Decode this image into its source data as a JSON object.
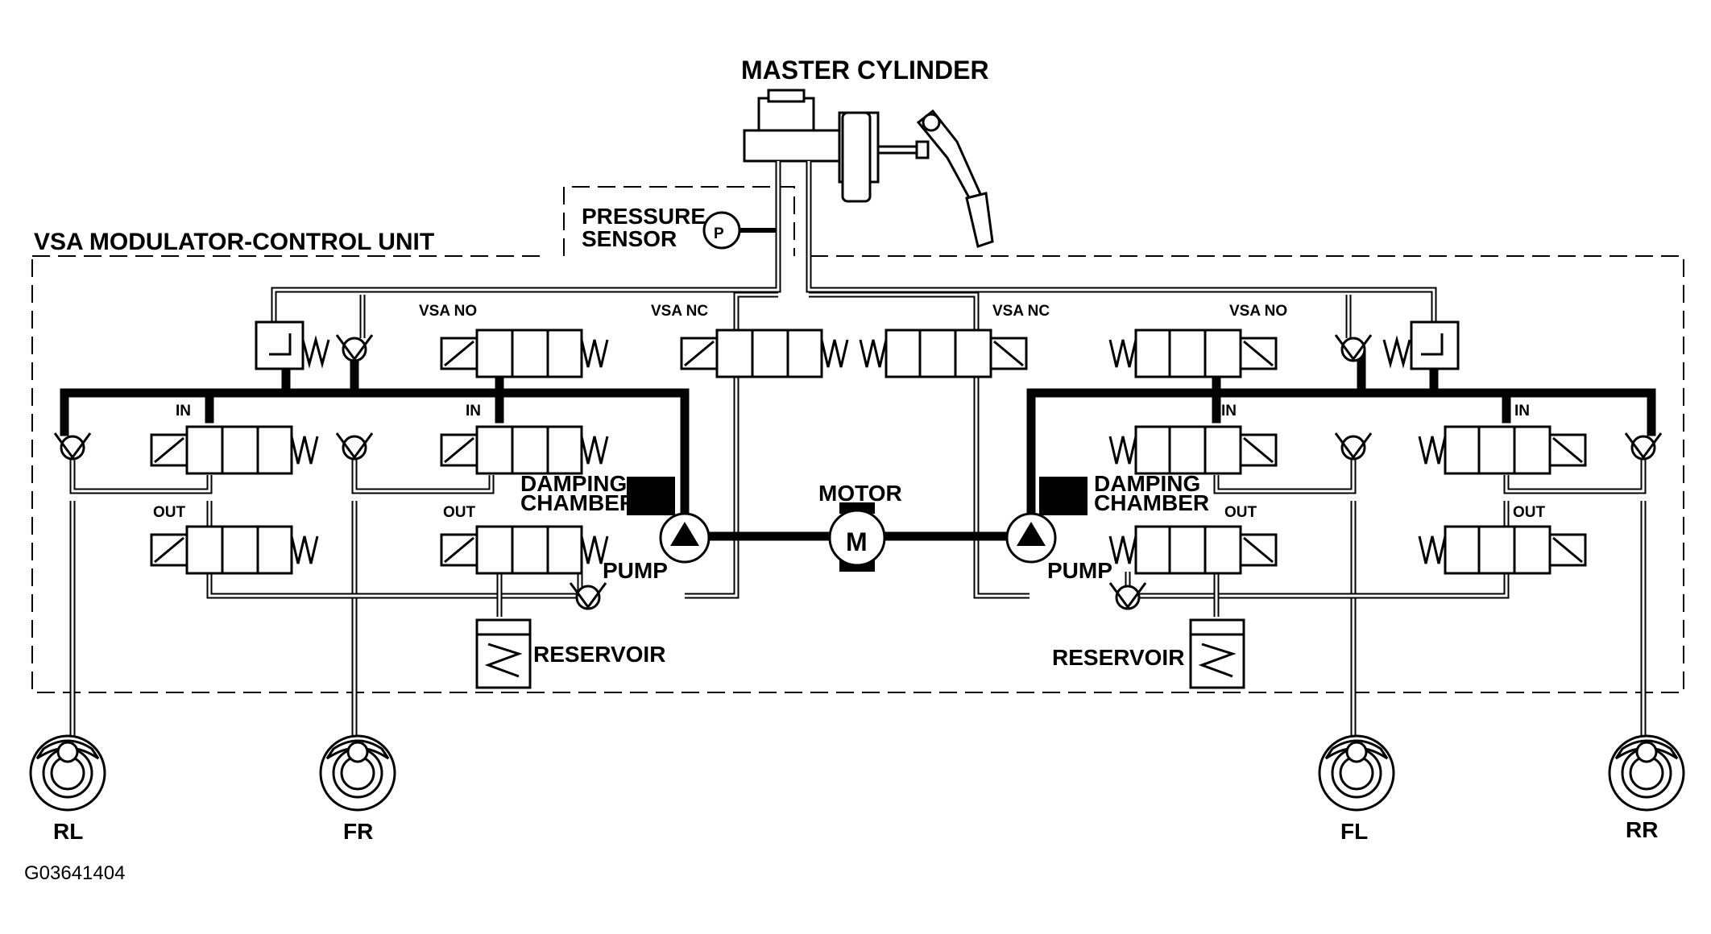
{
  "labels": {
    "master_cylinder": "MASTER CYLINDER",
    "pressure_sensor_line1": "PRESSURE",
    "pressure_sensor_line2": "SENSOR",
    "pressure_symbol": "P",
    "unit_title": "VSA MODULATOR-CONTROL UNIT",
    "vsa_no": "VSA NO",
    "vsa_nc": "VSA NC",
    "in": "IN",
    "out": "OUT",
    "damping_line1": "DAMPING",
    "damping_line2": "CHAMBER",
    "motor": "MOTOR",
    "motor_symbol": "M",
    "pump": "PUMP",
    "reservoir": "RESERVOIR",
    "wheel_rl": "RL",
    "wheel_fr": "FR",
    "wheel_fl": "FL",
    "wheel_rr": "RR",
    "figure_id": "G03641404"
  }
}
